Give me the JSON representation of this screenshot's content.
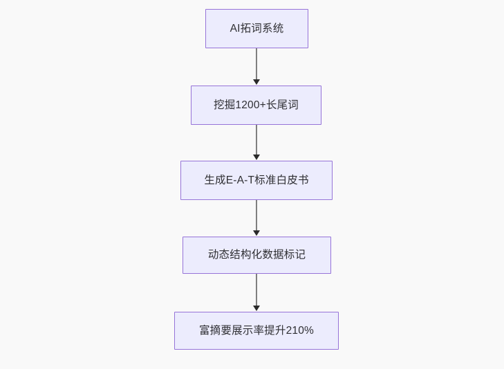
{
  "diagram": {
    "type": "flowchart",
    "direction": "top-to-bottom",
    "background_color": "#f9f9f9",
    "node_fill_color": "#ececfd",
    "node_border_color": "#9673d8",
    "node_text_color": "#2f2f33",
    "edge_color": "#7f7f7f",
    "arrowhead_color": "#2a2a2a",
    "nodes": [
      {
        "id": "n0",
        "label": "AI拓词系统"
      },
      {
        "id": "n1",
        "label": "挖掘1200+长尾词"
      },
      {
        "id": "n2",
        "label": "生成E-A-T标准白皮书"
      },
      {
        "id": "n3",
        "label": "动态结构化数据标记"
      },
      {
        "id": "n4",
        "label": "富摘要展示率提升210%"
      }
    ],
    "edges": [
      {
        "from": "n0",
        "to": "n1",
        "label": ""
      },
      {
        "from": "n1",
        "to": "n2",
        "label": ""
      },
      {
        "from": "n2",
        "to": "n3",
        "label": ""
      },
      {
        "from": "n3",
        "to": "n4",
        "label": ""
      }
    ]
  }
}
